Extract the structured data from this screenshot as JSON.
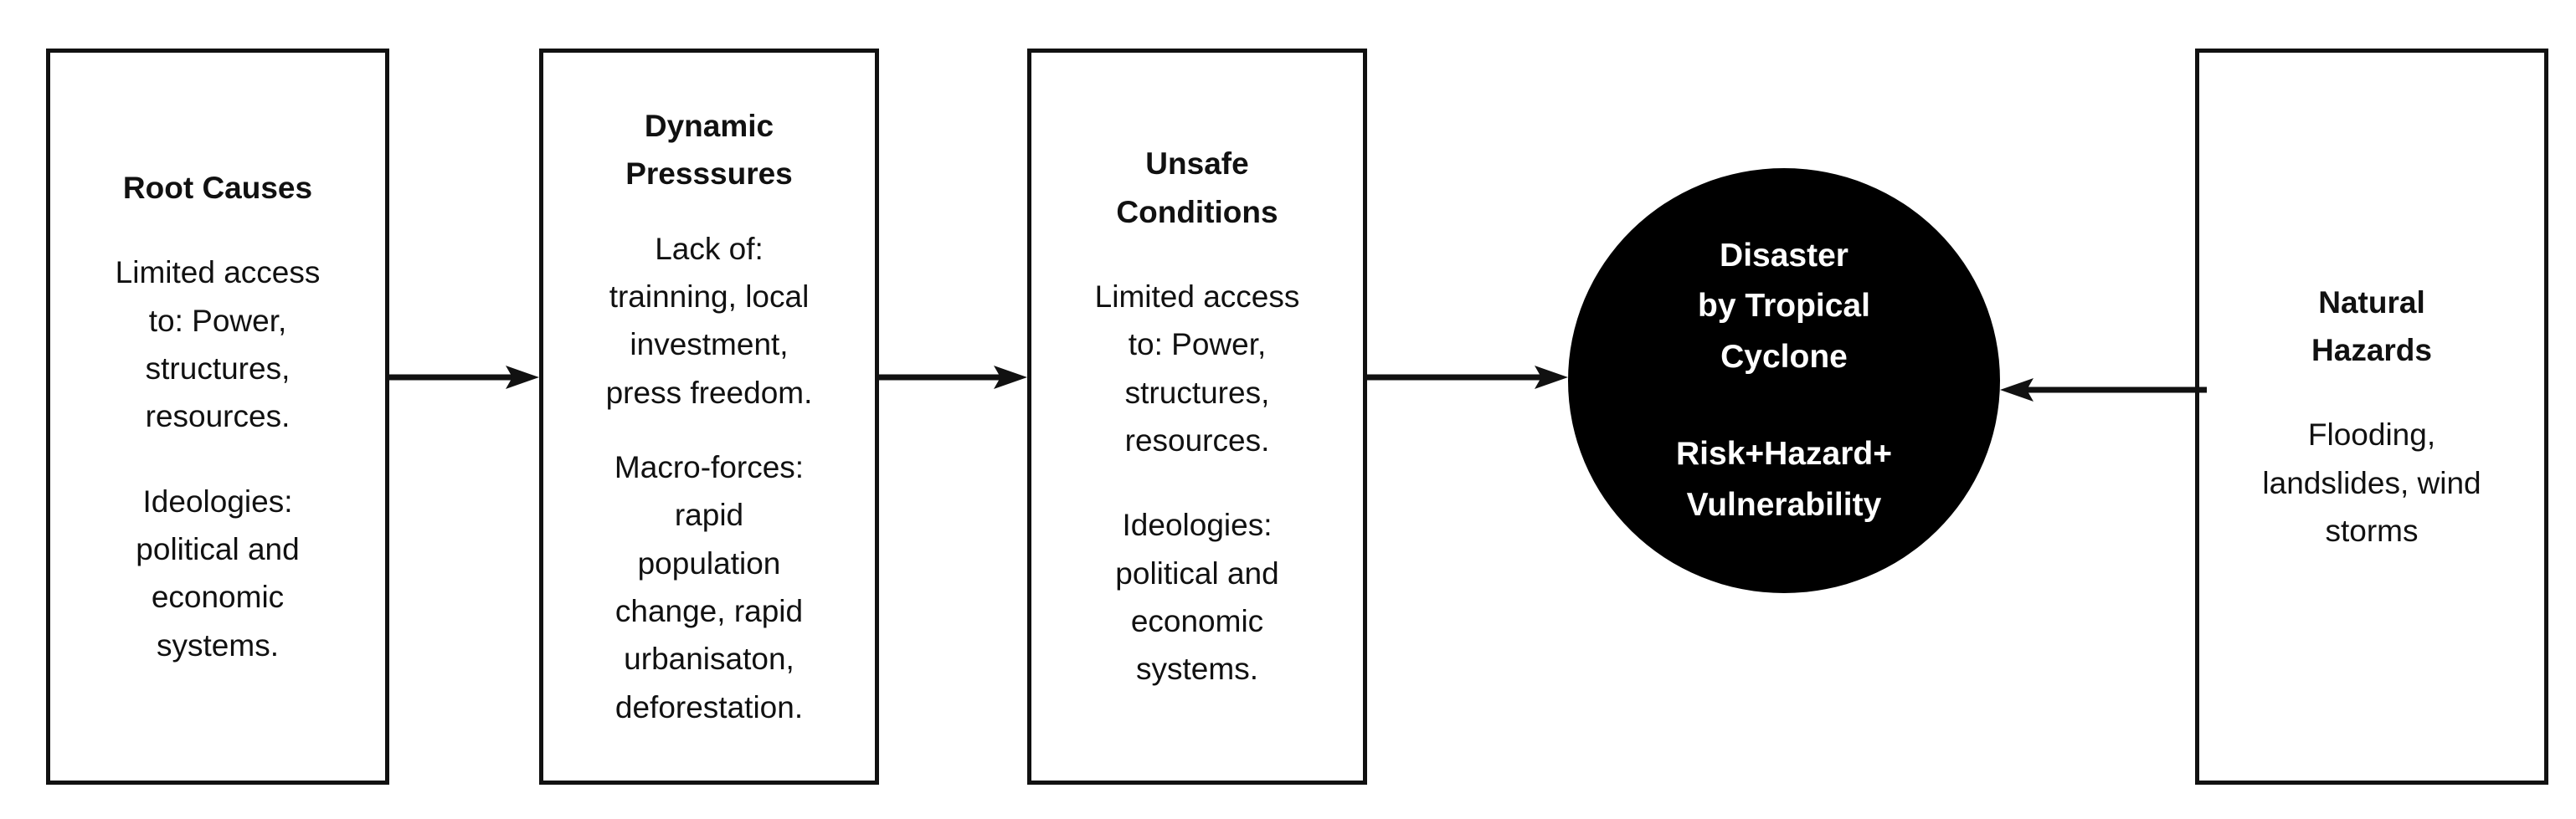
{
  "boxes": {
    "root_causes": {
      "title": "Root Causes",
      "paragraphs": [
        "Limited access\nto: Power,\nstructures,\nresources.",
        "Ideologies:\npolitical and\neconomic\nsystems."
      ]
    },
    "dynamic_pressures": {
      "title": "Dynamic\nPresssures",
      "paragraphs": [
        "Lack of:\ntrainning, local\ninvestment,\npress freedom.",
        "Macro-forces:\nrapid\npopulation\nchange, rapid\nurbanisaton,\ndeforestation."
      ]
    },
    "unsafe_conditions": {
      "title": "Unsafe\nConditions",
      "paragraphs": [
        "Limited access\nto: Power,\nstructures,\nresources.",
        "Ideologies:\npolitical and\neconomic\nsystems."
      ]
    },
    "natural_hazards": {
      "title": "Natural\nHazards",
      "paragraphs": [
        "Flooding,\nlandslides, wind\nstorms"
      ]
    }
  },
  "disaster": {
    "title": "Disaster\nby Tropical\nCyclone",
    "formula": "Risk+Hazard+\nVulnerability"
  },
  "colors": {
    "stroke": "#111111",
    "circle_fill": "#000000",
    "circle_text": "#ffffff"
  }
}
